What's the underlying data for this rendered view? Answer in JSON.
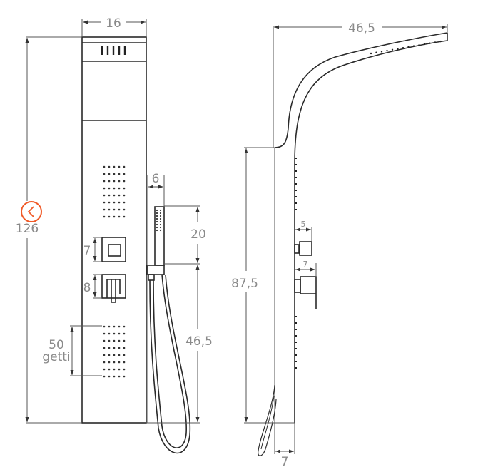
{
  "title": "Shower panel dimensional drawing",
  "front_view": {
    "width_label": "16",
    "height_label": "126",
    "hand_shower_width_label": "6",
    "hand_shower_length_label": "20",
    "holder_height_label": "46,5",
    "control_1_label": "7",
    "control_2_label": "8",
    "jets_count_label": "50",
    "jets_word_label": "getti"
  },
  "side_view": {
    "arm_reach_label": "46,5",
    "height_label": "87,5",
    "knob_depth_label": "5",
    "lever_depth_label": "7",
    "base_depth_label": "7"
  },
  "overlay": {
    "marker_icon": "cursor-circle-icon",
    "color": "#f05a28"
  }
}
